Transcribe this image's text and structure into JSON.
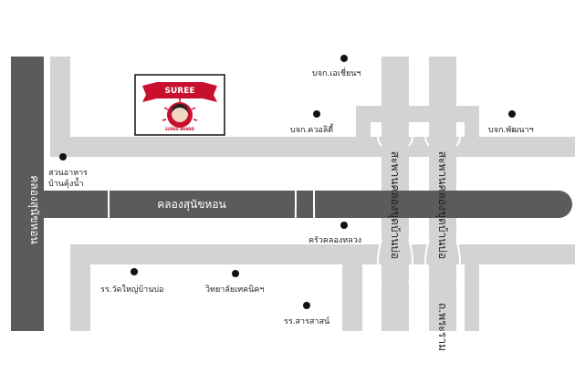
{
  "map": {
    "colors": {
      "road": "#d3d3d3",
      "canal": "#5b5b5b",
      "bridge_edge": "#ffffff",
      "landmark_dot": "#111111",
      "label": "#222222",
      "brand_red": "#c8102e"
    },
    "canals": {
      "horizontal": "คลองสุนัขหอน",
      "vertical": "คลองสุนัขหอน"
    },
    "bridges": {
      "left": "สะพานคลองขุดบ้านบ่อ",
      "right": "สะพานคลองขุดบ้านบ่อ"
    },
    "road_label": "ถ.พระราม",
    "brand": {
      "name": "SUREE",
      "sub": "SUREE BRAND",
      "icon": "suree-brand-logo"
    },
    "landmarks": {
      "asia": "บจก.เอเชี่ยนฯ",
      "quality": "บจก.ควอลิตี้",
      "pattana": "บจก.พัฒนาฯ",
      "garden": "สวนอาหาร",
      "garden2": "บ้านคุ้งน้ำ",
      "kitchen": "ครัวคลองหลวง",
      "school_wat": "รร.วัดใหญ่บ้านบ่อ",
      "college": "วิทยาลัยเทคนิคฯ",
      "school_sara": "รร.สารสาสน์"
    }
  }
}
